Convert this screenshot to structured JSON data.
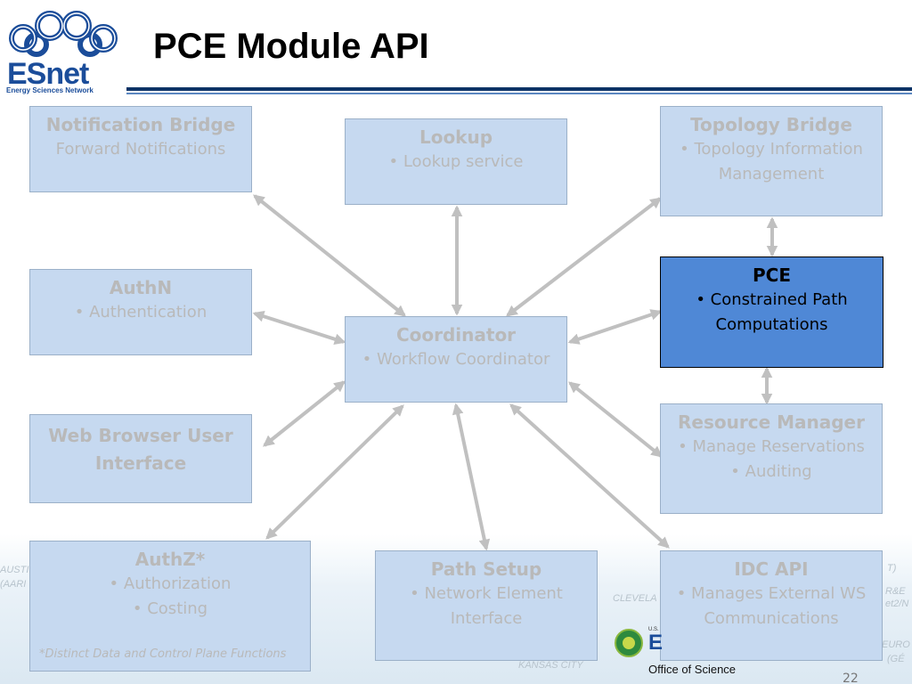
{
  "title": "PCE Module API",
  "logo": {
    "name": "ESnet",
    "subtitle": "Energy Sciences Network"
  },
  "boxes": {
    "notification_bridge": {
      "heading": "Notification Bridge",
      "lines": [
        "Forward Notifications"
      ]
    },
    "lookup": {
      "heading": "Lookup",
      "lines": [
        "• Lookup service"
      ]
    },
    "topology_bridge": {
      "heading": "Topology Bridge",
      "lines": [
        "• Topology Information",
        "Management"
      ]
    },
    "pce": {
      "heading": "PCE",
      "lines": [
        "• Constrained Path",
        "Computations"
      ]
    },
    "authn": {
      "heading": "AuthN",
      "lines": [
        "• Authentication"
      ]
    },
    "coordinator": {
      "heading": "Coordinator",
      "lines": [
        "• Workflow Coordinator"
      ]
    },
    "web_browser": {
      "heading_lines": [
        "Web Browser User",
        "Interface"
      ]
    },
    "resource_manager": {
      "heading": "Resource Manager",
      "lines": [
        "• Manage Reservations",
        "• Auditing"
      ]
    },
    "authz": {
      "heading": "AuthZ*",
      "lines": [
        "• Authorization",
        "• Costing"
      ]
    },
    "path_setup": {
      "heading": "Path Setup",
      "lines": [
        "• Network Element",
        "Interface"
      ]
    },
    "idc_api": {
      "heading": "IDC API",
      "lines": [
        "• Manages External WS",
        "Communications"
      ]
    }
  },
  "footnote": "*Distinct Data and Control Plane Functions",
  "page_number": "22",
  "doe": {
    "us": "U.S.",
    "office": "Office of Science"
  },
  "background_map_labels": [
    "AUSTI",
    "(AARI",
    "CLEVELA",
    "KANSAS CITY",
    "R&E",
    "et2/N",
    "EURO",
    "(GÉ",
    "T)"
  ],
  "colors": {
    "box_fill": "#c6d9f0",
    "active_box_fill": "#4f88d6",
    "faded_text": "#b9b9b9",
    "arrow": "#c0c0c0",
    "title_rule": "#0d3366",
    "logo_blue": "#1b4d9a"
  }
}
